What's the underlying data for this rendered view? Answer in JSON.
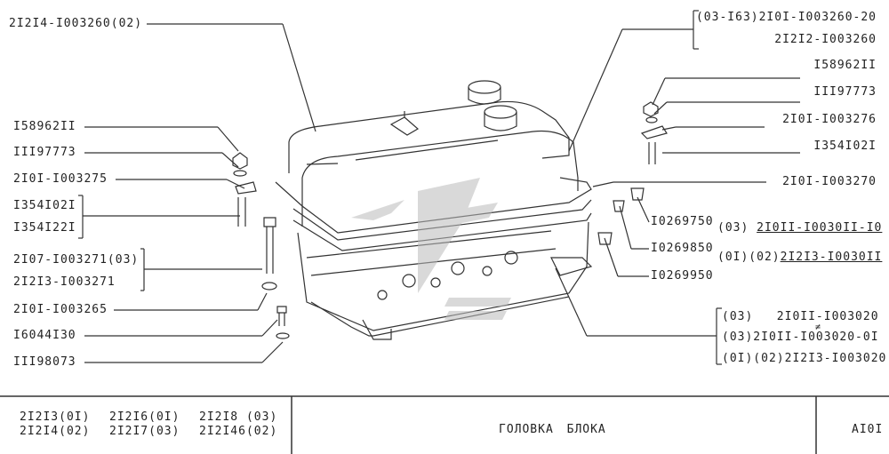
{
  "labels": {
    "head_cover": "2I2I4-I003260(02)",
    "cover_variants": [
      "(03-I63)2I0I-I003260-20",
      "2I2I2-I003260"
    ],
    "left_nut": "I58962II",
    "left_washer": "III97773",
    "left_bracket": "2I0I-I003275",
    "left_studs": [
      "I354I02I",
      "I354I22I"
    ],
    "long_bolts": [
      "2I07-I003271(03)",
      "2I2I3-I003271"
    ],
    "left_washer2": "2I0I-I003265",
    "small_bolt": "I6044I30",
    "small_washer": "III98073",
    "right_nut": "I58962II",
    "right_washer": "III97773",
    "right_bracket": "2I0I-I003276",
    "right_stud": "I354I02I",
    "gasket": "2I0I-I003270",
    "plug_1": "I0269750",
    "plug_2": "I0269850",
    "plug_3": "I0269950",
    "seat_1_prefix": "(03)",
    "seat_1": "2I0II-I0030II-I0",
    "seat_2_prefix": "(0I)(02)",
    "seat_2": "2I2I3-I0030II",
    "head_variants": [
      "(03)   2I0II-I003020",
      "(03)2I0II-I003020-0I",
      "(0I)(02)2I2I3-I003020"
    ],
    "head_variants_mark": "≠"
  },
  "footer": {
    "models_row1": [
      "2I2I3(0I)",
      "2I2I6(0I)",
      "2I2I8 (03)"
    ],
    "models_row2": [
      "2I2I4(02)",
      "2I2I7(03)",
      "2I2I46(02)"
    ],
    "title": "ГОЛОВКА БЛОКА",
    "code": "AI0I"
  }
}
